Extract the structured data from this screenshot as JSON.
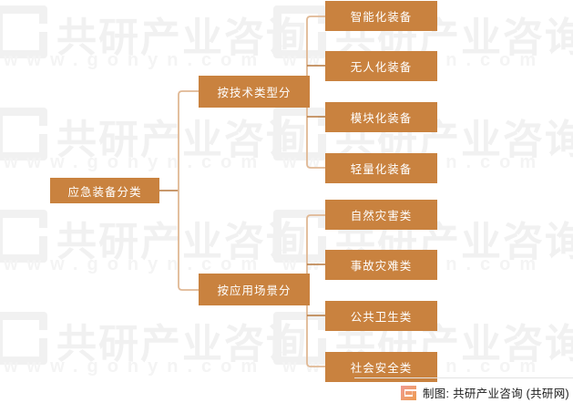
{
  "diagram": {
    "type": "tree",
    "orientation": "left-to-right",
    "root": {
      "label": "应急装备分类"
    },
    "branches": [
      {
        "label": "按技术类型分",
        "children": [
          {
            "label": "智能化装备"
          },
          {
            "label": "无人化装备"
          },
          {
            "label": "模块化装备"
          },
          {
            "label": "轻量化装备"
          }
        ]
      },
      {
        "label": "按应用场景分",
        "children": [
          {
            "label": "自然灾害类"
          },
          {
            "label": "事故灾难类"
          },
          {
            "label": "公共卫生类"
          },
          {
            "label": "社会安全类"
          }
        ]
      }
    ]
  },
  "colors": {
    "node_fill": "#c9823f",
    "node_text": "#ffffff",
    "trunk_line": "#e0b894",
    "stub_line": "#b5773c",
    "watermark": "#f1f1f1",
    "footer_rule": "#e3e3e3"
  },
  "watermark": {
    "brand": "共研产业咨询",
    "url": "www.gonyn.com"
  },
  "footer": {
    "credit": "制图: 共研产业咨询 (共研网)",
    "logo_icon": "gonyn-g-logo-icon"
  }
}
